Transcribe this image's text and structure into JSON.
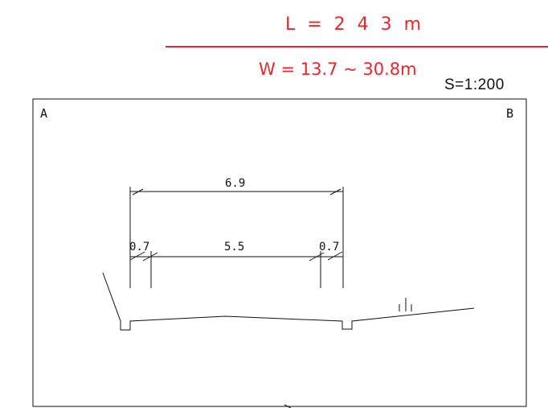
{
  "header": {
    "length": "L = 2 4 3 m",
    "width": "W = 13.7 ~ 30.8m",
    "scale": "S=1:200"
  },
  "frame": {
    "corner_left": "A",
    "corner_right": "B"
  },
  "dimensions": {
    "overall": "6.9",
    "left_sidewalk": "0.7",
    "carriageway": "5.5",
    "right_sidewalk": "0.7"
  },
  "colors": {
    "title": "#e8262b",
    "lines": "#111111"
  }
}
